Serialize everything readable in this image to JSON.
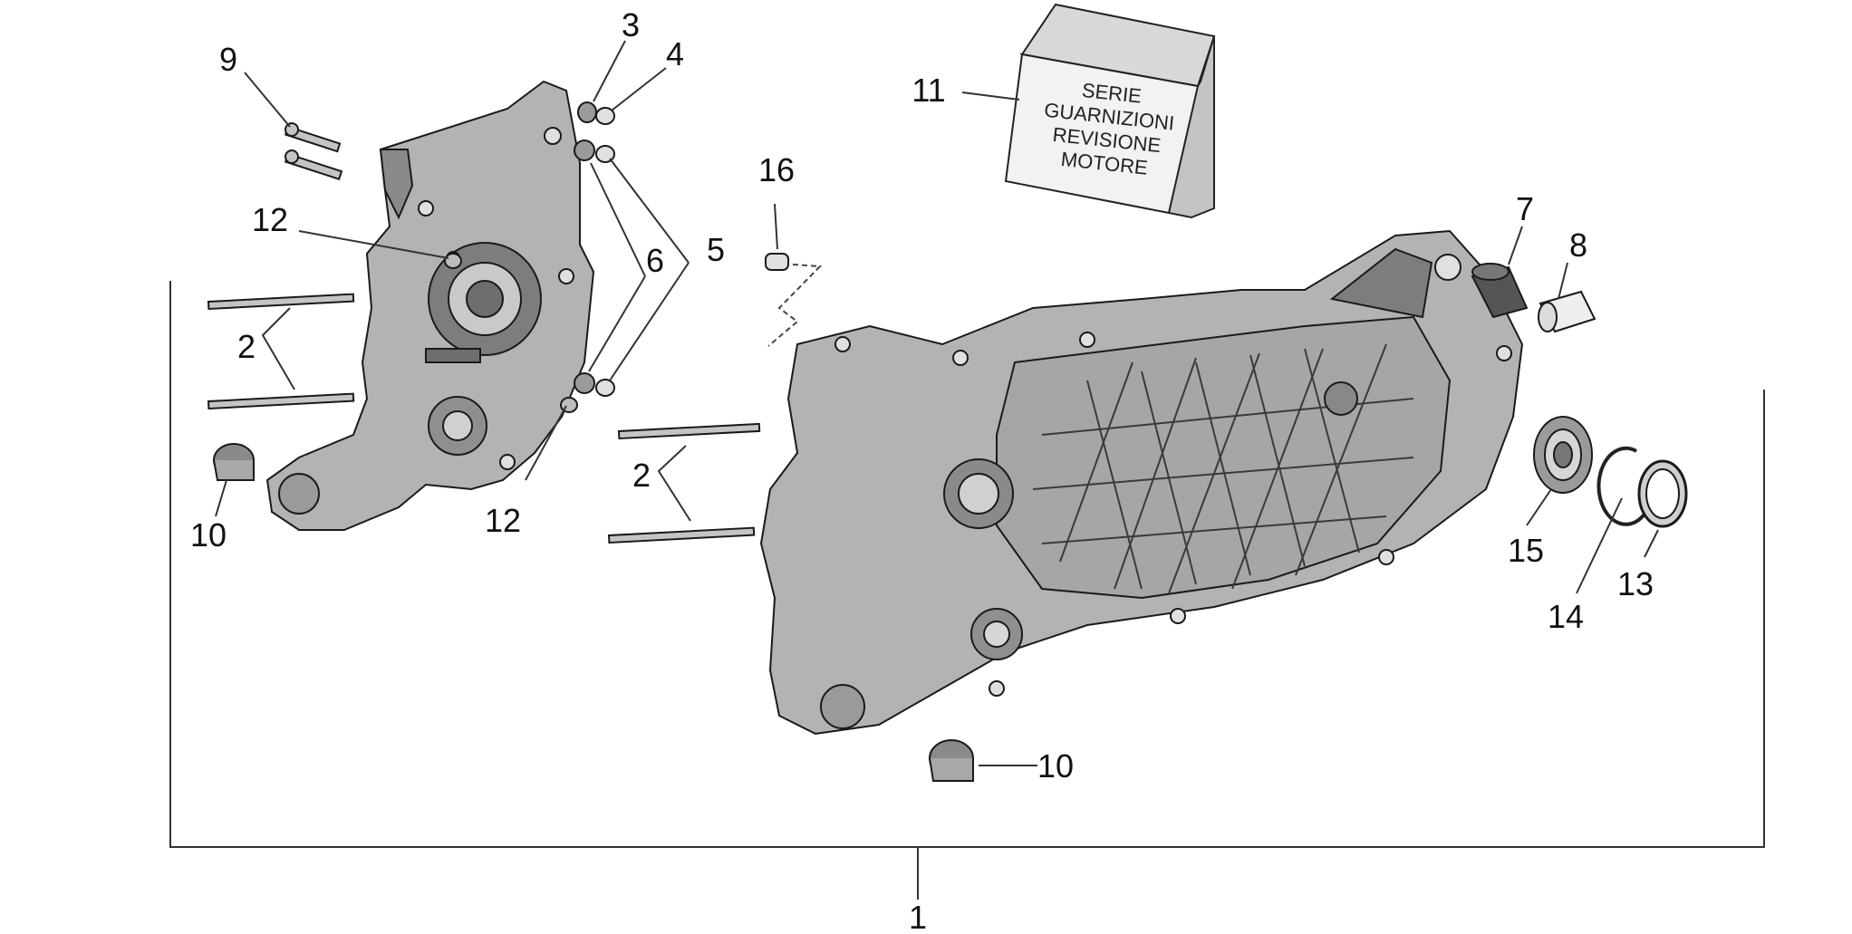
{
  "diagram": {
    "callouts": [
      {
        "id": "c1",
        "text": "1"
      },
      {
        "id": "c2a",
        "text": "2"
      },
      {
        "id": "c2b",
        "text": "2"
      },
      {
        "id": "c3",
        "text": "3"
      },
      {
        "id": "c4",
        "text": "4"
      },
      {
        "id": "c5",
        "text": "5"
      },
      {
        "id": "c6",
        "text": "6"
      },
      {
        "id": "c7",
        "text": "7"
      },
      {
        "id": "c8",
        "text": "8"
      },
      {
        "id": "c9",
        "text": "9"
      },
      {
        "id": "c10a",
        "text": "10"
      },
      {
        "id": "c10b",
        "text": "10"
      },
      {
        "id": "c11",
        "text": "11"
      },
      {
        "id": "c12a",
        "text": "12"
      },
      {
        "id": "c12b",
        "text": "12"
      },
      {
        "id": "c13",
        "text": "13"
      },
      {
        "id": "c14",
        "text": "14"
      },
      {
        "id": "c15",
        "text": "15"
      },
      {
        "id": "c16",
        "text": "16"
      }
    ],
    "gasket_kit": {
      "lines": [
        "SERIE",
        "GUARNIZIONI",
        "REVISIONE",
        "MOTORE"
      ]
    },
    "colors": {
      "part_fill": "#b3b3b3",
      "part_dark": "#7d7d7d",
      "part_light": "#e0e0e0",
      "outline": "#1a1a1a",
      "leader": "#333333"
    }
  }
}
